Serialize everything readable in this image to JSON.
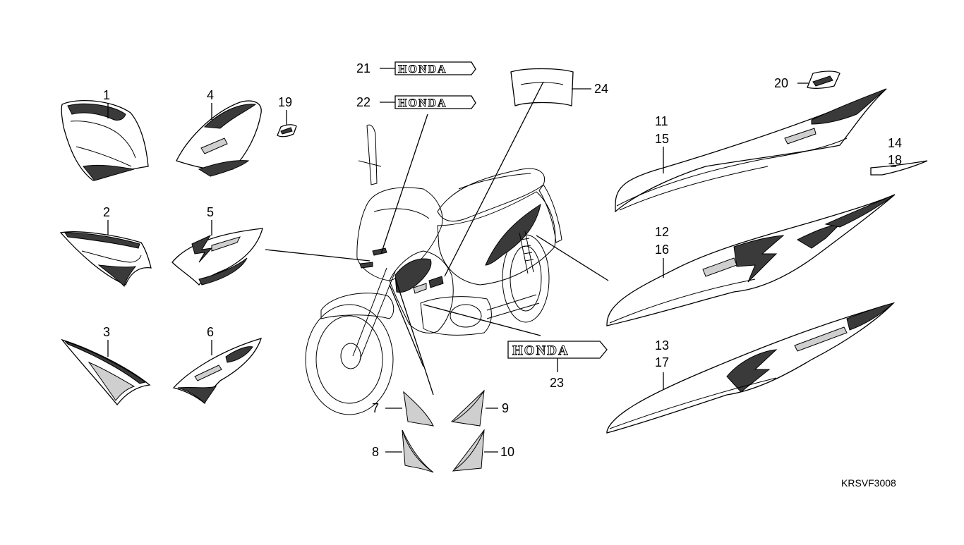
{
  "diagram": {
    "code": "KRSVF3008",
    "callouts": {
      "c1": "1",
      "c2": "2",
      "c3": "3",
      "c4": "4",
      "c5": "5",
      "c6": "6",
      "c7": "7",
      "c8": "8",
      "c9": "9",
      "c10": "10",
      "c11": "11",
      "c15": "15",
      "c12": "12",
      "c16": "16",
      "c13": "13",
      "c17": "17",
      "c14": "14",
      "c18": "18",
      "c19": "19",
      "c20": "20",
      "c21": "21",
      "c22": "22",
      "c23": "23",
      "c24": "24"
    },
    "emblem_text": "HONDA"
  }
}
